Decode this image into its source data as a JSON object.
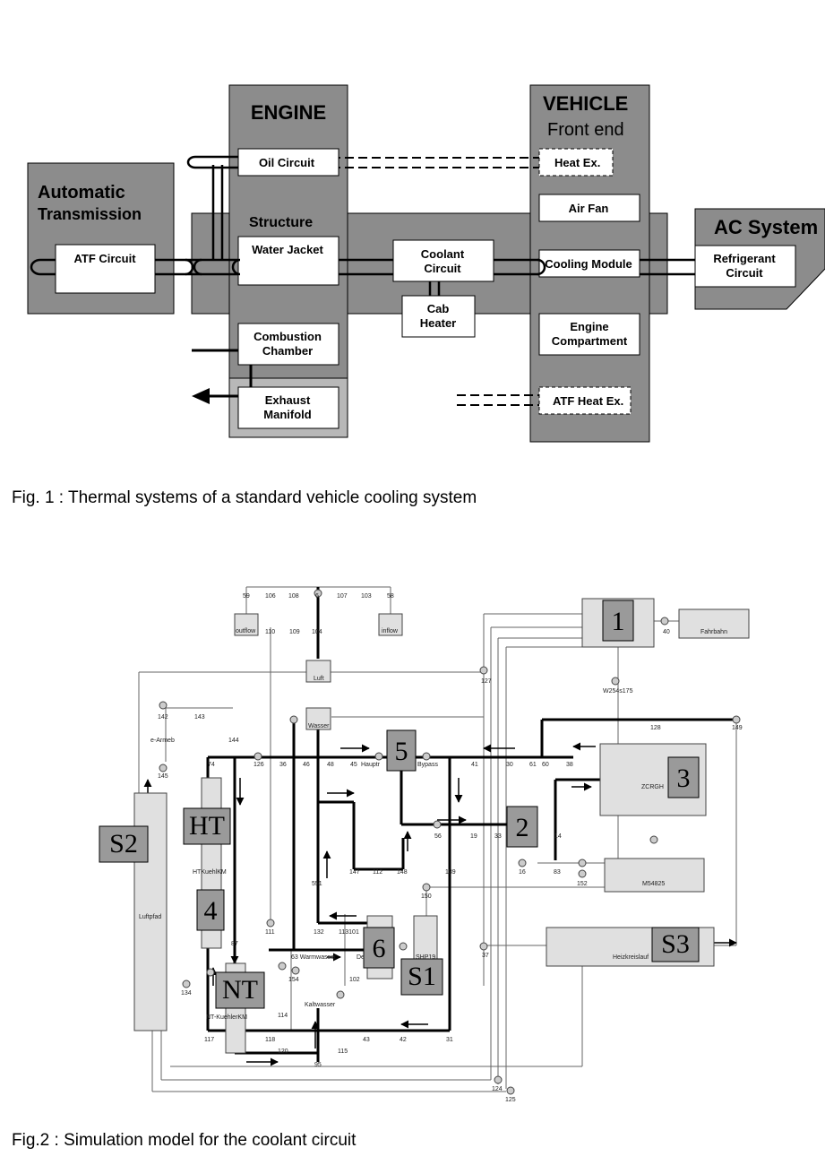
{
  "fig1": {
    "caption": "Fig. 1 : Thermal systems of a standard vehicle cooling system",
    "engine_title": "ENGINE",
    "vehicle_title": "VEHICLE",
    "vehicle_subtitle": "Front end",
    "transmission_line1": "Automatic",
    "transmission_line2": "Transmission",
    "structure_label": "Structure",
    "ac_title": "AC System",
    "oil_circuit": "Oil Circuit",
    "heat_ex": "Heat Ex.",
    "air_fan": "Air Fan",
    "atf_circuit": "ATF Circuit",
    "water_jacket": "Water Jacket",
    "coolant_l1": "Coolant",
    "coolant_l2": "Circuit",
    "cooling_module": "Cooling Module",
    "refrigerant_l1": "Refrigerant",
    "refrigerant_l2": "Circuit",
    "cab_l1": "Cab",
    "cab_l2": "Heater",
    "combustion_l1": "Combustion",
    "combustion_l2": "Chamber",
    "engine_comp_l1": "Engine",
    "engine_comp_l2": "Compartment",
    "exhaust_l1": "Exhaust",
    "exhaust_l2": "Manifold",
    "atf_heat_ex": "ATF Heat Ex."
  },
  "fig2": {
    "caption": "Fig.2 : Simulation model for the coolant circuit",
    "block_1": "1",
    "block_2": "2",
    "block_3": "3",
    "block_4": "4",
    "block_5": "5",
    "block_6": "6",
    "block_ht": "HT",
    "block_nt": "NT",
    "block_s1": "S1",
    "block_s2": "S2",
    "block_s3": "S3",
    "label_fahrbahn": "Fahrbahn",
    "label_outflow": "outflow",
    "label_inflow": "inflow",
    "label_luft": "Luft",
    "label_wasser": "Wasser",
    "label_luftpfad": "Luftpfad",
    "label_zcrgh": "ZCRGH",
    "label_m54825": "M54825",
    "label_heizkreislauf": "Heizkreislauf",
    "label_w254": "W254s175",
    "label_earmeb": "e-Armeb",
    "label_hauptr": "Hauptr",
    "label_bypass": "Bypass",
    "label_htkuehlkm": "HTKuehlKM",
    "label_ntkuehlkm": "NT-KuehlerKM",
    "label_warmwasser": "63 Warmwasser",
    "label_kaltwasser": "Kaltwasser",
    "label_shp19": "SHP19",
    "label_de": "De",
    "n_59": "59",
    "n_106": "106",
    "n_108": "108",
    "n_6": "6",
    "n_107": "107",
    "n_103": "103",
    "n_58": "58",
    "n_110": "110",
    "n_109": "109",
    "n_40": "40",
    "n_104": "104",
    "n_127": "127",
    "n_142": "142",
    "n_143": "143",
    "n_144": "144",
    "n_128": "128",
    "n_149": "149",
    "n_74": "74",
    "n_126": "126",
    "n_36": "36",
    "n_46": "46",
    "n_48": "48",
    "n_45": "45",
    "n_41": "41",
    "n_30": "30",
    "n_61": "61",
    "n_60": "60",
    "n_38": "38",
    "n_145": "145",
    "n_19": "19",
    "n_33": "33",
    "n_14": "14",
    "n_147": "147",
    "n_112": "112",
    "n_148": "148",
    "n_139": "139",
    "n_16": "16",
    "n_83": "83",
    "n_152": "152",
    "n_150": "150",
    "n_111": "111",
    "n_132": "132",
    "n_113101": "113101",
    "n_37": "37",
    "n_134": "134",
    "n_102": "102",
    "n_154": "154",
    "n_114": "114",
    "n_115": "115",
    "n_117": "117",
    "n_118": "118",
    "n_43": "43",
    "n_42": "42",
    "n_31": "31",
    "n_120": "120",
    "n_95": "95",
    "n_124": "124",
    "n_125": "125",
    "n_56": "56",
    "n_551": "551",
    "n_87": "87"
  }
}
